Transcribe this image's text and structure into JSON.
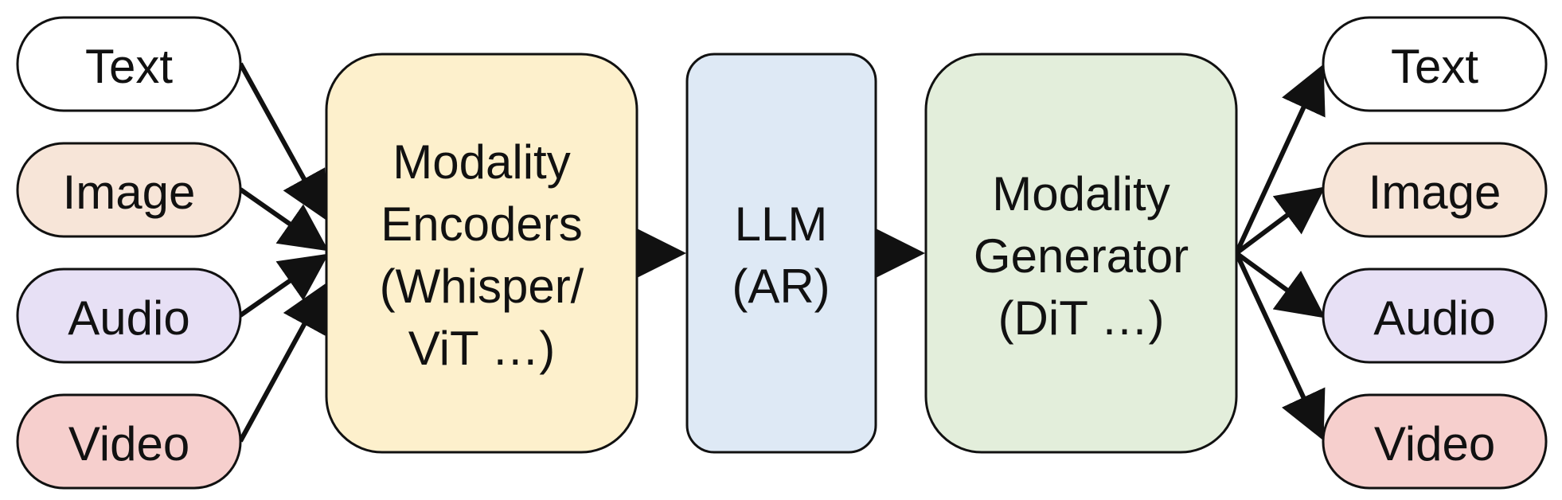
{
  "colors": {
    "text": "#ffffff",
    "image": "#f7e5d8",
    "audio": "#e7e0f5",
    "video": "#f6cfcd",
    "encoder": "#fdf0cc",
    "llm": "#dee9f5",
    "generator": "#e3eedb",
    "stroke": "#111111"
  },
  "inputs": [
    {
      "key": "text",
      "label": "Text"
    },
    {
      "key": "image",
      "label": "Image"
    },
    {
      "key": "audio",
      "label": "Audio"
    },
    {
      "key": "video",
      "label": "Video"
    }
  ],
  "outputs": [
    {
      "key": "text",
      "label": "Text"
    },
    {
      "key": "image",
      "label": "Image"
    },
    {
      "key": "audio",
      "label": "Audio"
    },
    {
      "key": "video",
      "label": "Video"
    }
  ],
  "encoder": {
    "lines": [
      "Modality",
      "Encoders",
      "(Whisper/",
      "ViT …)"
    ]
  },
  "llm": {
    "lines": [
      "LLM",
      "(AR)"
    ]
  },
  "generator": {
    "lines": [
      "Modality",
      "Generator",
      "(DiT …)"
    ]
  }
}
